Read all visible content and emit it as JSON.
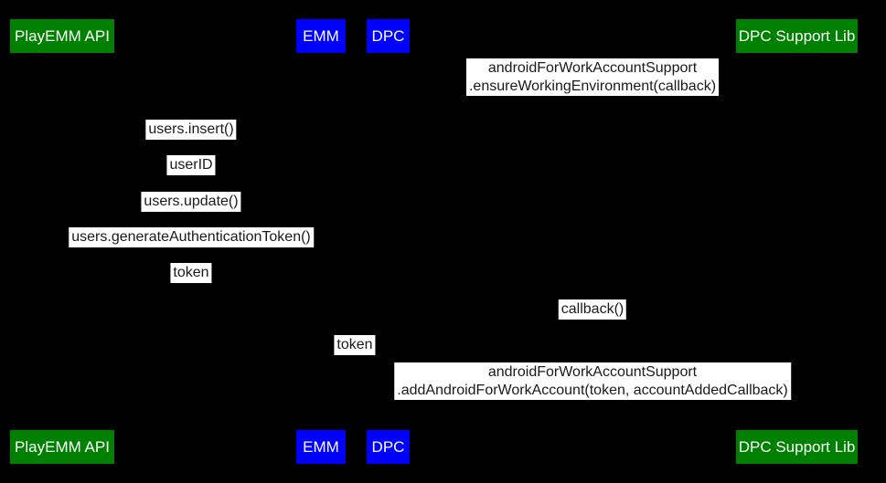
{
  "colors": {
    "background": "#000000",
    "actor_green": "#008000",
    "actor_blue": "#0000ff",
    "actor_text": "#ffffff",
    "label_bg": "#ffffff",
    "label_text": "#1a1a1a"
  },
  "actors": [
    {
      "id": "playemm-api",
      "label": "PlayEMM API",
      "color": "#008000"
    },
    {
      "id": "emm",
      "label": "EMM",
      "color": "#0000ff"
    },
    {
      "id": "dpc",
      "label": "DPC",
      "color": "#0000ff"
    },
    {
      "id": "dpc-support-lib",
      "label": "DPC Support Lib",
      "color": "#008000"
    }
  ],
  "messages": [
    {
      "lines": [
        "androidForWorkAccountSupport",
        ".ensureWorkingEnvironment(callback)"
      ]
    },
    {
      "lines": [
        "users.insert()"
      ]
    },
    {
      "lines": [
        "userID"
      ]
    },
    {
      "lines": [
        "users.update()"
      ]
    },
    {
      "lines": [
        "users.generateAuthenticationToken()"
      ]
    },
    {
      "lines": [
        "token"
      ]
    },
    {
      "lines": [
        "callback()"
      ]
    },
    {
      "lines": [
        "token"
      ]
    },
    {
      "lines": [
        "androidForWorkAccountSupport",
        ".addAndroidForWorkAccount(token, accountAddedCallback)"
      ]
    }
  ]
}
